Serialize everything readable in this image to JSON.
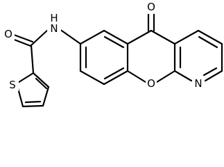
{
  "diagram": {
    "type": "chemical-structure",
    "background": "#ffffff",
    "bond_color": "#000000",
    "atom_labels": {
      "amide_oxygen": "O",
      "amide_nitrogen_hydrogen": "H",
      "amide_nitrogen": "N",
      "thiophene_sulfur": "S",
      "ketone_oxygen": "O",
      "ring_oxygen": "O",
      "pyridine_nitrogen": "N"
    }
  }
}
